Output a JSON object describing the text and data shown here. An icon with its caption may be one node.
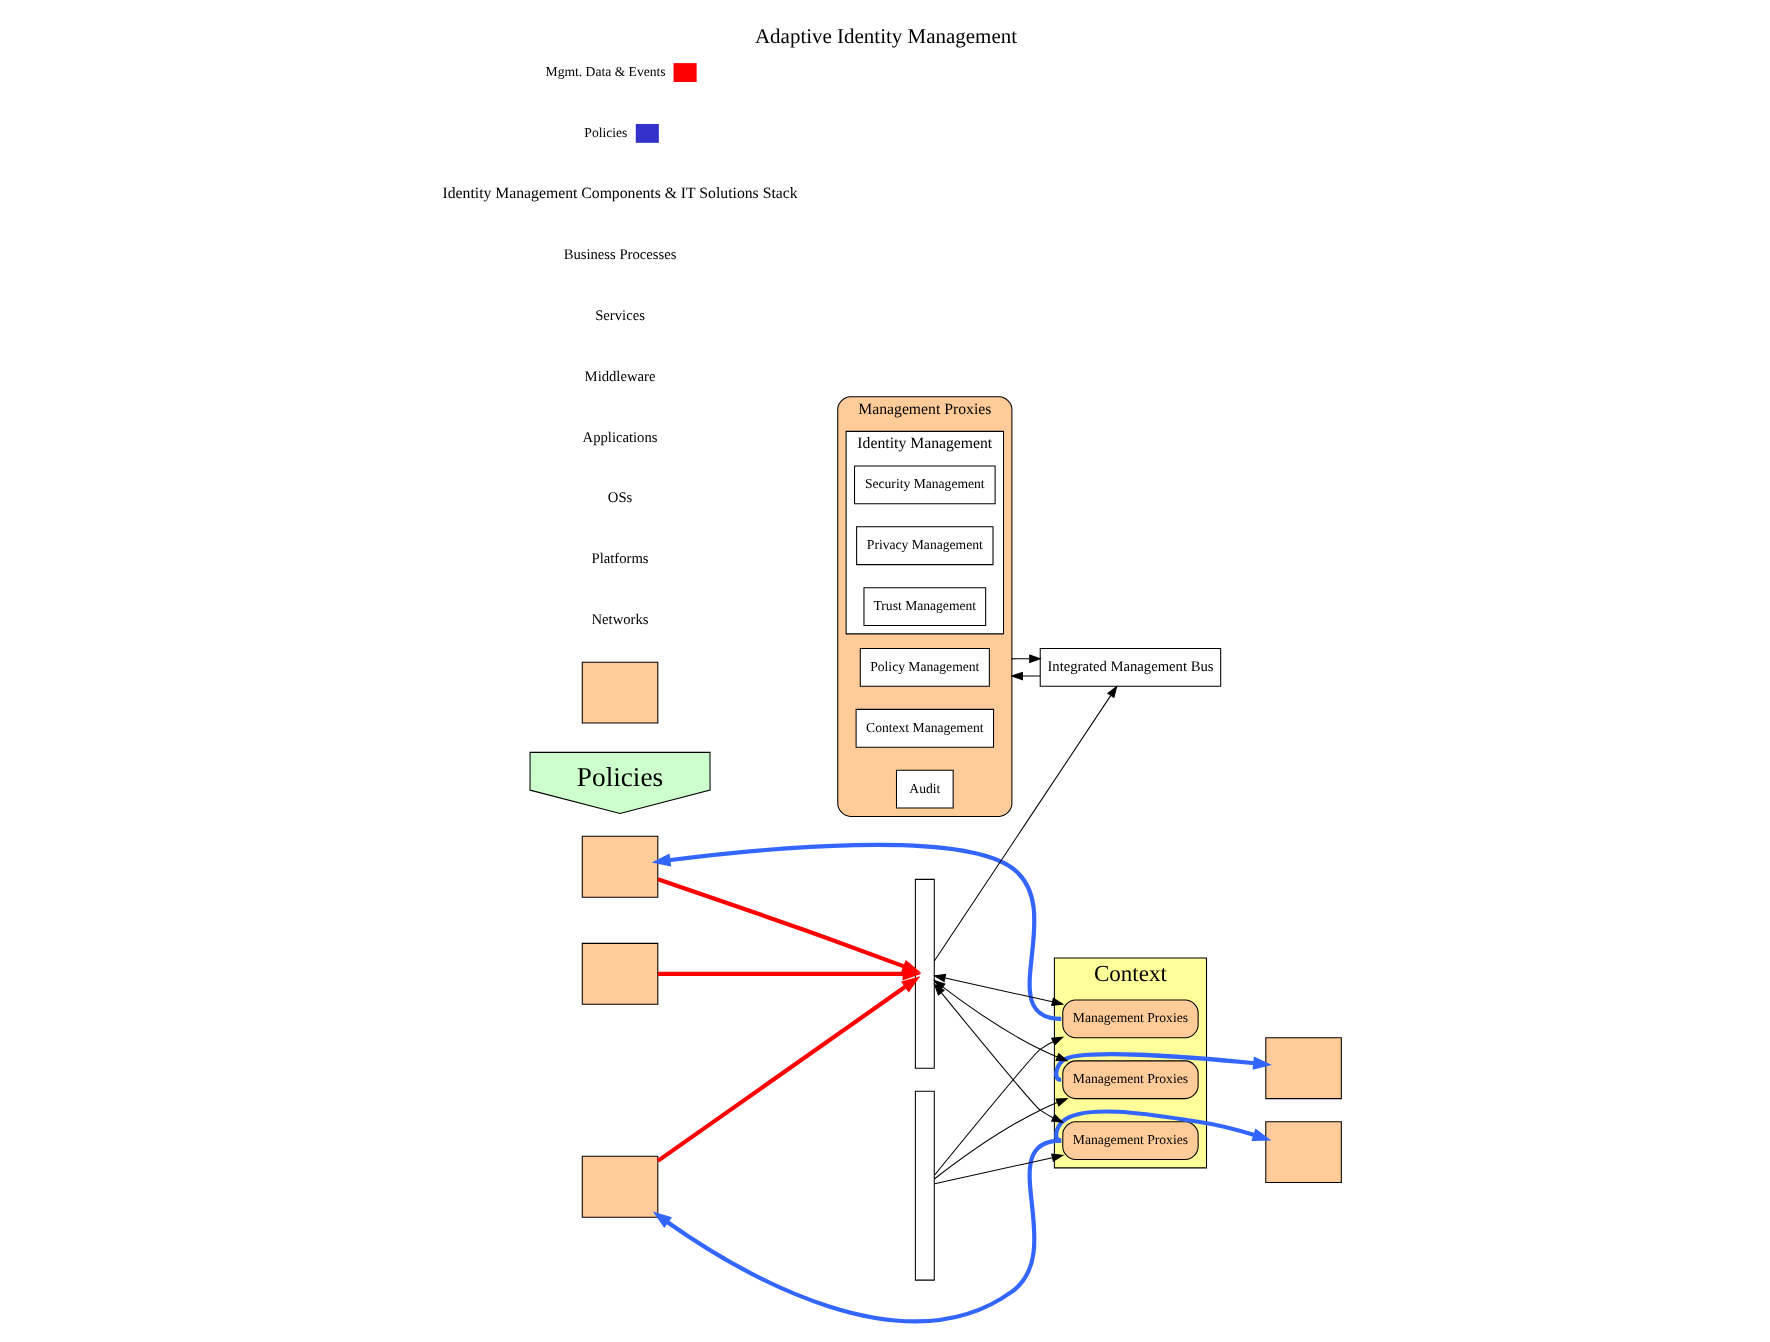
{
  "diagram": {
    "title": "Adaptive Identity Management",
    "nodes": [
      {
        "text": [
          "Management Proxies"
        ]
      },
      {
        "text": [
          "Policy Management"
        ],
        "in": 0
      },
      {
        "text": [
          "Context Management"
        ],
        "in": 0
      },
      {
        "text": [
          "Audit"
        ],
        "in": 0
      },
      {
        "text": [
          "Identity Management"
        ],
        "in": 0
      },
      {
        "text": [
          "Security Management"
        ],
        "in": 4
      },
      {
        "text": [
          "Privacy Management"
        ],
        "in": 4
      },
      {
        "text": [
          "Trust Management"
        ],
        "in": 4
      },
      {
        "text": [
          "Policies"
        ]
      },
      {
        "text": [
          "Context"
        ]
      },
      {
        "text": [
          "Management Proxies"
        ],
        "in": 9
      },
      {
        "text": [
          "Management Proxies"
        ],
        "in": 9
      },
      {
        "text": [
          "Management Proxies"
        ],
        "in": 9
      },
      {
        "text": [
          "Integrated Management Bus"
        ]
      },
      {
        "text": [],
        "shape": "bar"
      },
      {
        "text": [],
        "shape": "bar"
      },
      {
        "text": [],
        "shape": "box"
      },
      {
        "text": [],
        "shape": "box"
      },
      {
        "text": [],
        "shape": "box"
      },
      {
        "text": [],
        "shape": "box"
      },
      {
        "text": [],
        "shape": "box"
      },
      {
        "text": [],
        "shape": "box"
      }
    ],
    "edges": [
      {
        "from": 13,
        "to": 0,
        "arrow": "to"
      },
      {
        "from": 0,
        "to": 13,
        "arrow": "to"
      },
      {
        "from": 14,
        "to": 13,
        "arrow": "to"
      },
      {
        "from": 14,
        "to": 10,
        "arrow": "both"
      },
      {
        "from": 14,
        "to": 11,
        "arrow": "both"
      },
      {
        "from": 14,
        "to": 12,
        "arrow": "both"
      },
      {
        "from": 15,
        "to": 10,
        "arrow": "to"
      },
      {
        "from": 15,
        "to": 11,
        "arrow": "to"
      },
      {
        "from": 15,
        "to": 12,
        "arrow": "to"
      },
      {
        "from": 10,
        "to": 16,
        "arrow": "to",
        "style": "thick",
        "color": "#3366ff"
      },
      {
        "from": 10,
        "to": 18,
        "arrow": "to",
        "style": "thick",
        "color": "#3366ff"
      },
      {
        "from": 18,
        "to": 14,
        "arrow": "to",
        "style": "thick",
        "color": "#ff0000"
      },
      {
        "from": 19,
        "to": 14,
        "arrow": "to",
        "style": "thick",
        "color": "#ff0000"
      },
      {
        "from": 11,
        "to": 20,
        "arrow": "to",
        "style": "thick",
        "color": "#3366ff"
      },
      {
        "from": 21,
        "to": 14,
        "arrow": "to",
        "style": "thick",
        "color": "#ff0000"
      },
      {
        "from": 12,
        "to": 21,
        "arrow": "to",
        "style": "thick",
        "color": "#3366ff"
      }
    ],
    "labels": [
      "Identity Management Components & IT Solutions Stack",
      "Business Processes",
      "Services",
      "Middleware",
      "Applications",
      "OSs",
      "Platforms",
      "Networks"
    ],
    "legend": [
      {
        "text": "Mgmt. Data & Events",
        "color": "#ff0000"
      },
      {
        "text": "Policies",
        "color": "#3333cc"
      }
    ]
  }
}
